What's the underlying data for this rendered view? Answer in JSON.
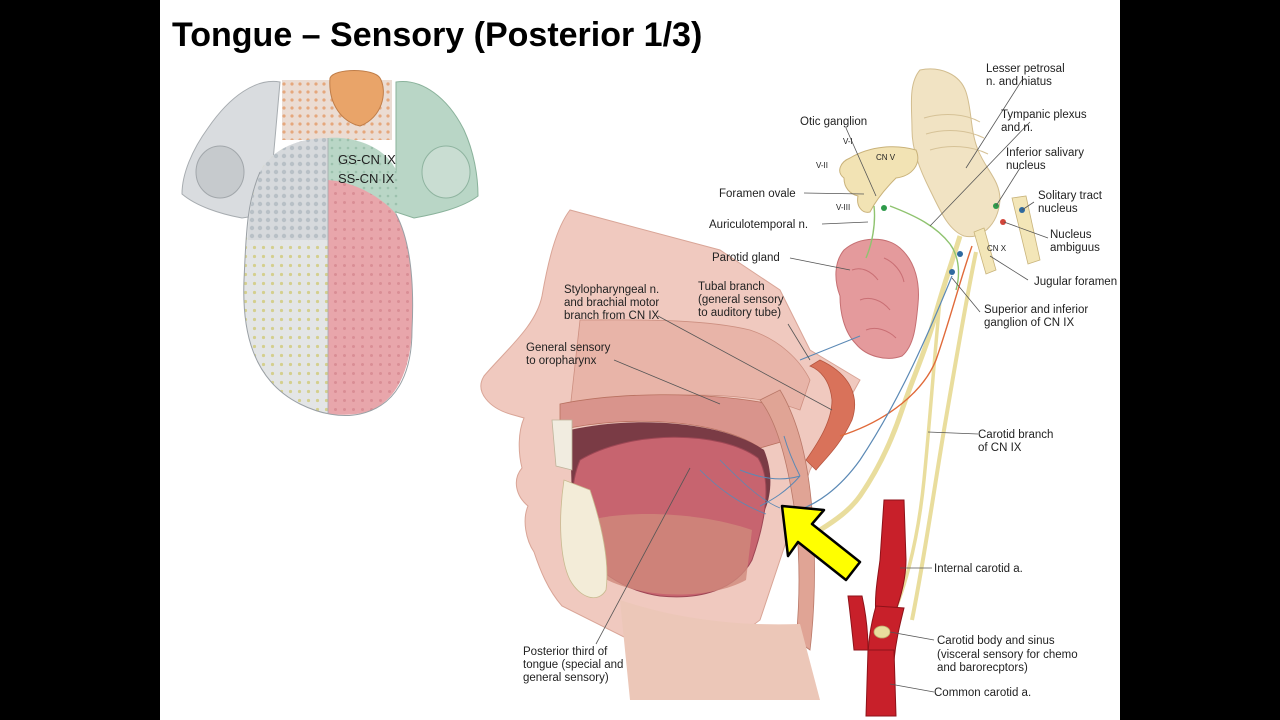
{
  "slide": {
    "title": "Tongue – Sensory (Posterior 1/3)"
  },
  "tongue_figure": {
    "labels": [
      "GS-CN IX",
      "SS-CN IX"
    ]
  },
  "pharynx_figure": {
    "labels": {
      "lesser_petrosal_1": "Lesser petrosal",
      "lesser_petrosal_2": "n. and hiatus",
      "otic_ganglion": "Otic ganglion",
      "tympanic_1": "Tympanic plexus",
      "tympanic_2": "and n.",
      "v1": "V-I",
      "v2": "V-II",
      "v3": "V-III",
      "cn_v": "CN V",
      "inf_salivary_1": "Inferior salivary",
      "inf_salivary_2": "nucleus",
      "foramen_ovale": "Foramen ovale",
      "solitary_1": "Solitary tract",
      "solitary_2": "nucleus",
      "auriculotemporal": "Auriculotemporal n.",
      "ambiguus_1": "Nucleus",
      "ambiguus_2": "ambiguus",
      "cn_x": "CN X",
      "parotid": "Parotid gland",
      "jugular": "Jugular foramen",
      "stylo_1": "Stylopharyngeal n.",
      "stylo_2": "and brachial motor",
      "stylo_3": "branch from CN IX",
      "tubal_1": "Tubal branch",
      "tubal_2": "(general sensory",
      "tubal_3": "to auditory tube)",
      "ganglion_1": "Superior and inferior",
      "ganglion_2": "ganglion of CN IX",
      "gs_oro_1": "General sensory",
      "gs_oro_2": "to oropharynx",
      "carotid_branch_1": "Carotid branch",
      "carotid_branch_2": "of CN IX",
      "internal_carotid": "Internal carotid a.",
      "post_third_1": "Posterior third of",
      "post_third_2": "tongue (special and",
      "post_third_3": "general sensory)",
      "carotid_body_1": "Carotid body and sinus",
      "carotid_body_2": "(visceral sensory for chemo",
      "carotid_body_3": "and barorecptors)",
      "common_carotid": "Common carotid a."
    }
  },
  "colors": {
    "background": "#ffffff",
    "letterbox": "#000000",
    "title": "#000000",
    "tongue_pink": "#e8a6ab",
    "tongue_green": "#b9d6c6",
    "artery_red": "#c8202a",
    "nerve_yellow": "#efe6a8",
    "arrow_yellow": "#ffff00"
  },
  "icons": [
    "yellow-pointer-arrow"
  ]
}
